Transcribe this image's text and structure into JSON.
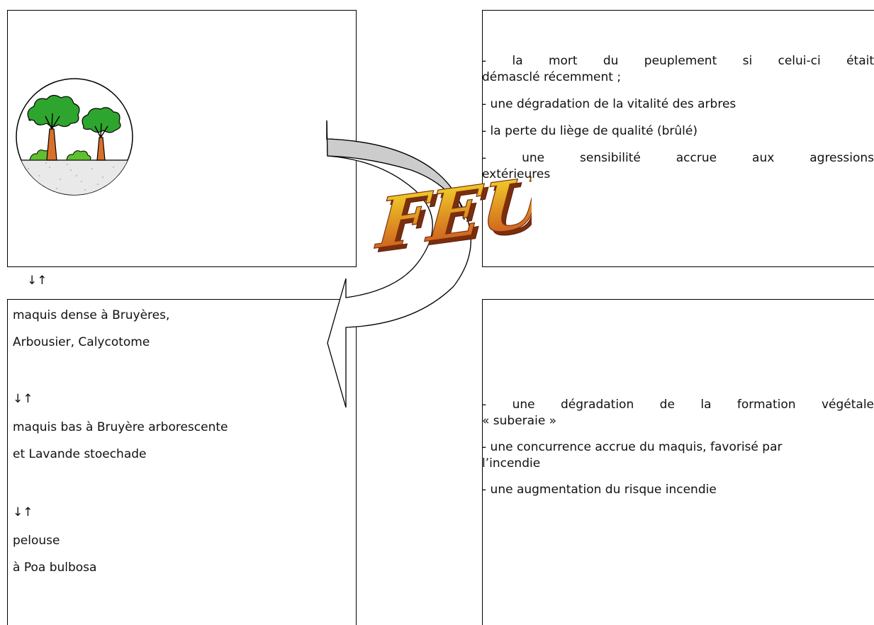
{
  "left_top": {
    "picture": "trees-in-circle-icon",
    "arrows": "↓↑"
  },
  "left_bottom": {
    "lines": [
      "maquis dense à Bruyères,",
      " Arbousier, Calycotome",
      "↓↑",
      "maquis bas à Bruyère arborescente",
      "et Lavande stoechade",
      "↓↑",
      "pelouse",
      "à Poa bulbosa"
    ]
  },
  "right_top": {
    "item1_line1": "-  la  mort  du  peuplement  si  celui-ci  était",
    "item1_line2": "démasclé récemment ;",
    "item2": "- une dégradation de la vitalité des arbres",
    "item3": "- la perte du liège de qualité (brûlé)",
    "item4_line1": "-  une  sensibilité  accrue  aux  agressions",
    "item4_line2": "extérieures"
  },
  "right_bottom": {
    "item1_line1": "-  une  dégradation  de  la  formation  végétale",
    "item1_line2": "« suberaie »",
    "item2_line1": "- une concurrence accrue du maquis, favorisé par",
    "item2_line2": "l’incendie",
    "item3": "- une augmentation du risque incendie"
  },
  "center": {
    "wordart": "FEUX",
    "colors": {
      "face_top": "#f6e02a",
      "face_bottom": "#c8471c",
      "extrusion": "#a8461c"
    }
  }
}
